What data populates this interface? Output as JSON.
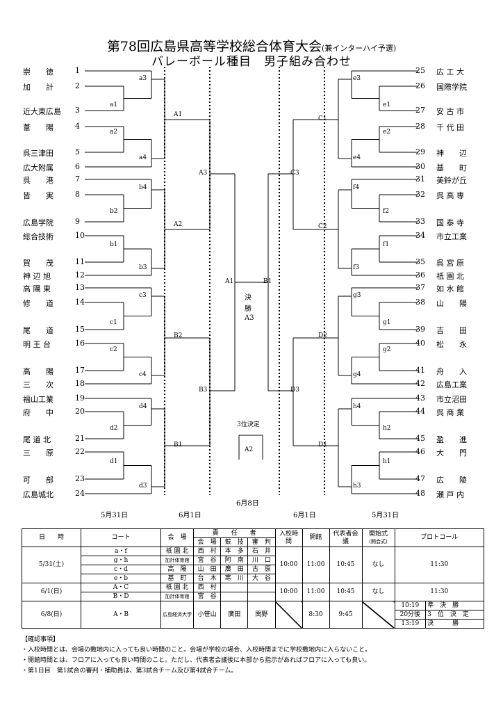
{
  "title": "第78回広島県高等学校総合体育大会",
  "title_note": "(兼インターハイ予選)",
  "subtitle": "バレーボール種目　男子組み合わせ",
  "left_teams": [
    {
      "num": "1",
      "name": "崇　　徳"
    },
    {
      "num": "2",
      "name": "加　　計"
    },
    {
      "num": "3",
      "name": "近大東広島"
    },
    {
      "num": "4",
      "name": "葦　　陽"
    },
    {
      "num": "5",
      "name": "呉三津田"
    },
    {
      "num": "6",
      "name": "広大附属"
    },
    {
      "num": "7",
      "name": "呉　　港"
    },
    {
      "num": "8",
      "name": "皆　　実"
    },
    {
      "num": "9",
      "name": "広島学院"
    },
    {
      "num": "10",
      "name": "総合技術"
    },
    {
      "num": "11",
      "name": "賀　　茂"
    },
    {
      "num": "12",
      "name": "神 辺 旭"
    },
    {
      "num": "13",
      "name": "高 陽 東"
    },
    {
      "num": "14",
      "name": "修　　道"
    },
    {
      "num": "15",
      "name": "尾　　道"
    },
    {
      "num": "16",
      "name": "明 王 台"
    },
    {
      "num": "17",
      "name": "高　　陽"
    },
    {
      "num": "18",
      "name": "三　　次"
    },
    {
      "num": "19",
      "name": "福山工業"
    },
    {
      "num": "20",
      "name": "府　　中"
    },
    {
      "num": "21",
      "name": "尾 道 北"
    },
    {
      "num": "22",
      "name": "三　　原"
    },
    {
      "num": "23",
      "name": "可　　部"
    },
    {
      "num": "24",
      "name": "広島城北"
    }
  ],
  "right_teams": [
    {
      "num": "25",
      "name": "広 工 大"
    },
    {
      "num": "26",
      "name": "国際学院"
    },
    {
      "num": "27",
      "name": "安 古 市"
    },
    {
      "num": "28",
      "name": "千 代 田"
    },
    {
      "num": "29",
      "name": "神　　辺"
    },
    {
      "num": "30",
      "name": "基　　町"
    },
    {
      "num": "31",
      "name": "美鈴が丘"
    },
    {
      "num": "32",
      "name": "呉 高 専"
    },
    {
      "num": "33",
      "name": "国 泰 寺"
    },
    {
      "num": "34",
      "name": "市立工業"
    },
    {
      "num": "35",
      "name": "呉 宮 原"
    },
    {
      "num": "36",
      "name": "祇 園 北"
    },
    {
      "num": "37",
      "name": "如 水 館"
    },
    {
      "num": "38",
      "name": "山　　陽"
    },
    {
      "num": "39",
      "name": "吉　　田"
    },
    {
      "num": "40",
      "name": "松　　永"
    },
    {
      "num": "41",
      "name": "舟　　入"
    },
    {
      "num": "42",
      "name": "広島工業"
    },
    {
      "num": "43",
      "name": "市立沼田"
    },
    {
      "num": "44",
      "name": "呉 商 業"
    },
    {
      "num": "45",
      "name": "盈　　進"
    },
    {
      "num": "46",
      "name": "大　　門"
    },
    {
      "num": "47",
      "name": "広　　陵"
    },
    {
      "num": "48",
      "name": "瀬 戸 内"
    }
  ],
  "match_labels": {
    "a3": "a3",
    "a1": "a1",
    "a2": "a2",
    "a4": "a4",
    "b4": "b4",
    "b2": "b2",
    "b1": "b1",
    "b3": "b3",
    "c3": "c3",
    "c1": "c1",
    "c2": "c2",
    "c4": "c4",
    "d4": "d4",
    "d2": "d2",
    "d1": "d1",
    "d3": "d3",
    "e3": "e3",
    "e1": "e1",
    "e2": "e2",
    "e4": "e4",
    "f4": "f4",
    "f2": "f2",
    "f1": "f1",
    "f3": "f3",
    "g3": "g3",
    "g1": "g1",
    "g2": "g2",
    "g4": "g4",
    "h4": "h4",
    "h2": "h2",
    "h1": "h1",
    "h3": "h3",
    "A1": "A1",
    "A2": "A2",
    "A3": "A3",
    "B1": "B1",
    "B2": "B2",
    "B3": "B3",
    "C1": "C1",
    "C2": "C2",
    "C3": "C3",
    "D1": "D1",
    "D2": "D2",
    "D3": "D3",
    "finalA1": "A1",
    "finalB1": "B1",
    "third": "A2"
  },
  "final_label": {
    "line1": "決",
    "line2": "勝",
    "line3": "A3"
  },
  "third_place_label": "3位決定",
  "dates": {
    "d1_left": "5月31日",
    "d2_left": "6月1日",
    "final": "6月8日",
    "d2_right": "6月1日",
    "d1_right": "5月31日"
  },
  "schedule": {
    "h_date": "日　　時",
    "h_court": "コート",
    "h_venue": "会　場",
    "h_resp": "責　　任　　者",
    "h_resp_venue": "会　場",
    "h_resp_comp": "競　技",
    "h_resp_judge": "審　判",
    "h_entry": "入校時間",
    "h_open": "開館",
    "h_rep": "代表者会　議",
    "h_ceremony": "開始式",
    "h_ceremony_note": "(開会式)",
    "h_protocol": "プロトコール",
    "day1_date": "5/31(土)",
    "day2_date": "6/1(日)",
    "day3_date": "6/8(日)",
    "day1_rows": [
      {
        "court": "a・f",
        "venue": "祇 園 北",
        "rv": "西　村",
        "rc": "本　多",
        "rj": "石　井"
      },
      {
        "court": "g・h",
        "venue": "加計体育館",
        "rv": "宮　谷",
        "rc": "阿　南",
        "rj": "川　口"
      },
      {
        "court": "c・d",
        "venue": "高　陽",
        "rv": "山　田",
        "rc": "廣　田",
        "rj": "古　原"
      },
      {
        "court": "e・b",
        "venue": "基　町",
        "rv": "台　木",
        "rc": "寒　川",
        "rj": "大　谷"
      }
    ],
    "day2_rows": [
      {
        "court": "A・C",
        "venue": "祇 園 北",
        "rv": "西　村"
      },
      {
        "court": "B・D",
        "venue": "加計体育館",
        "rv": "宮　谷"
      }
    ],
    "day1_entry": "10:00",
    "day1_open": "11:00",
    "day1_rep": "10:45",
    "day1_cer": "なし",
    "day1_proto": "11:30",
    "day2_entry": "10:00",
    "day2_open": "11:00",
    "day2_rep": "10:45",
    "day2_cer": "なし",
    "day2_proto": "11:30",
    "day3_court": "A・B",
    "day3_venue": "広島経済大学",
    "day3_rv": "小笹山",
    "day3_rc": "廣田",
    "day3_rj": "関野",
    "day3_open": "8:30",
    "day3_rep": "9:45",
    "day3_times": [
      {
        "time": "10:19",
        "event": "準　決　勝"
      },
      {
        "time": "20分後",
        "event": "3　位　決　定"
      },
      {
        "time": "13:19",
        "event": "決　　　勝"
      }
    ]
  },
  "notes": {
    "heading": "【確認事項】",
    "line1": "・入校時間とは、会場の敷地内に入っても良い時間のこと。会場が学校の場合、入校時間までに学校敷地内に入らないこと。",
    "line2": "・開館時間とは、フロアに入っても良い時間のこと。ただし、代表者会議後に本部から指示があればフロアに入っても良い。",
    "line3": "・第1日目　第1試合の審判・補助員は、第3試合チーム及び第4試合チーム。"
  }
}
